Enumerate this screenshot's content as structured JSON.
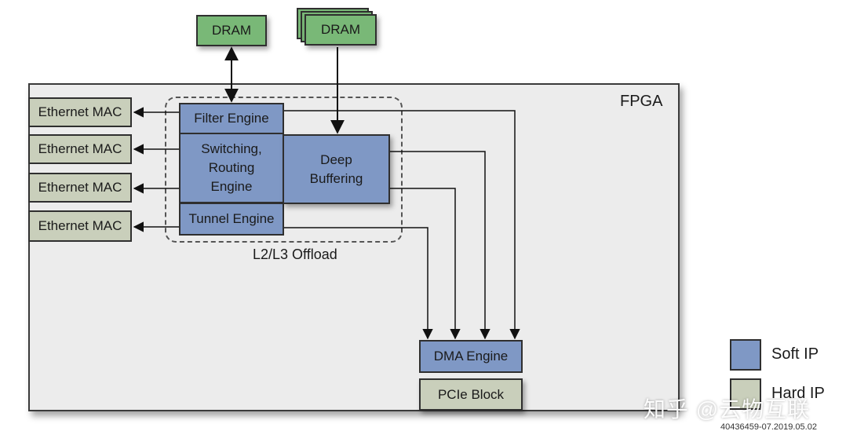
{
  "fpga_label": "FPGA",
  "dram": [
    "DRAM",
    "DRAM"
  ],
  "ethernet_macs": [
    "Ethernet MAC",
    "Ethernet MAC",
    "Ethernet MAC",
    "Ethernet MAC"
  ],
  "engines": {
    "filter": "Filter Engine",
    "switching": "Switching,\nRouting\nEngine",
    "tunnel": "Tunnel Engine",
    "deep_buffering": "Deep\nBuffering",
    "dma": "DMA Engine",
    "pcie": "PCIe Block"
  },
  "offload_label": "L2/L3 Offload",
  "legend": {
    "soft": "Soft IP",
    "hard": "Hard IP"
  },
  "colors": {
    "soft_ip": "#7f98c5",
    "hard_ip": "#c9cfbb",
    "dram": "#79b877",
    "fpga_bg": "#ececec"
  },
  "watermark": "知乎 @云物互联",
  "footer_id": "40436459-07.2019.05.02"
}
